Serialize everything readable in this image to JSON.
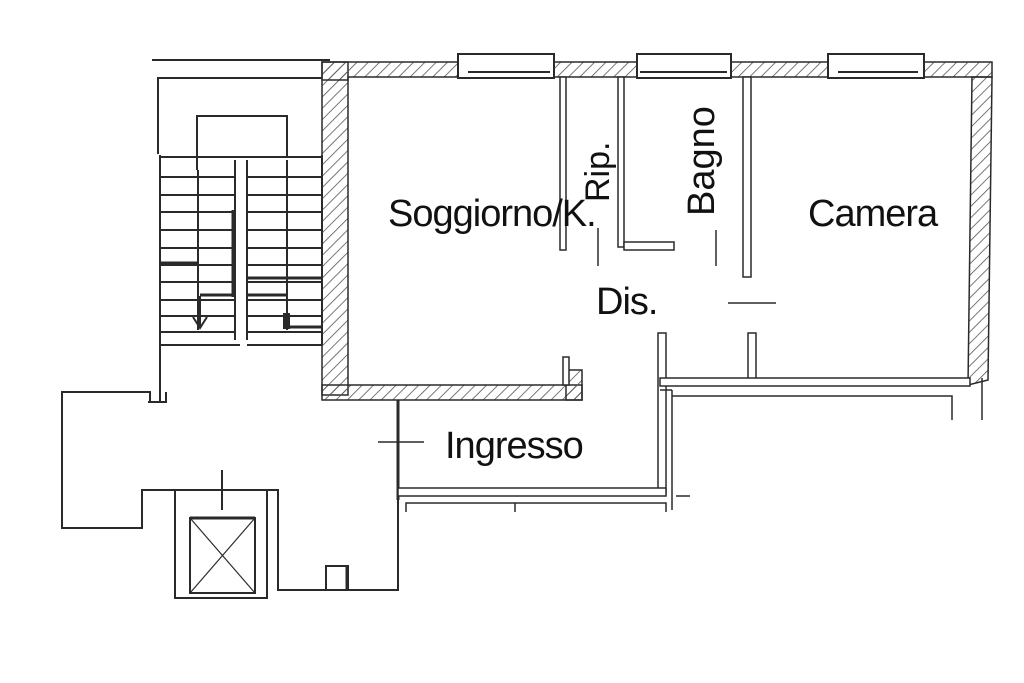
{
  "plan": {
    "type": "apartment floor plan",
    "colors": {
      "line": "#2a2a2a",
      "hatch": "#555555",
      "background": "#ffffff"
    },
    "rooms": [
      {
        "id": "soggiorno",
        "label": "Soggiorno/K."
      },
      {
        "id": "rip",
        "label": "Rip."
      },
      {
        "id": "bagno",
        "label": "Bagno"
      },
      {
        "id": "camera",
        "label": "Camera"
      },
      {
        "id": "dis",
        "label": "Dis."
      },
      {
        "id": "ingresso",
        "label": "Ingresso"
      }
    ],
    "elements": {
      "staircase": "stair-flight",
      "elevator": "elevator-shaft",
      "windows": 3
    }
  }
}
